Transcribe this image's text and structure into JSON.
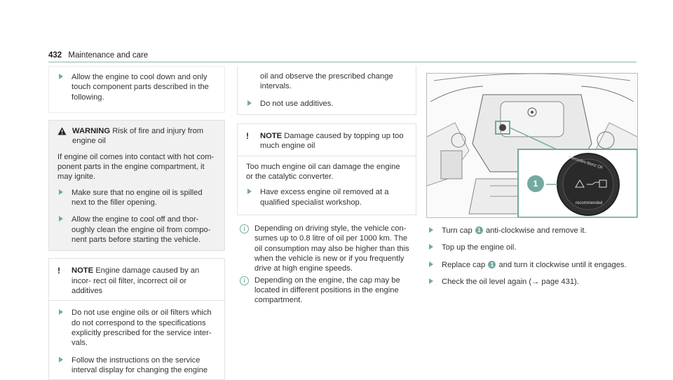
{
  "header": {
    "page_number": "432",
    "title": "Maintenance and care"
  },
  "col1": {
    "intro_bullet": "Allow the engine to cool down and only touch component parts described in the following.",
    "warning": {
      "label": "WARNING",
      "title": "Risk of fire and injury from engine oil",
      "body": "If engine oil comes into contact with hot com- ponent parts in the engine compartment, it may ignite.",
      "bullets": [
        "Make sure that no engine oil is spilled next to the filler opening.",
        "Allow the engine to cool off and thor- oughly clean the engine oil from compo- nent parts before starting the vehicle."
      ]
    },
    "note": {
      "label": "NOTE",
      "title": "Engine damage caused by an incor- rect oil filter, incorrect oil or additives",
      "bullets": [
        "Do not use engine oils or oil filters which do not correspond to the specifications explicitly prescribed for the service inter- vals.",
        "Follow the instructions on the service interval display for changing the engine"
      ]
    }
  },
  "col2": {
    "continued": "oil and observe the prescribed change intervals.",
    "bullet_additives": "Do not use additives.",
    "note": {
      "label": "NOTE",
      "title": "Damage caused by topping up too much engine oil",
      "body": "Too much engine oil can damage the engine or the catalytic converter.",
      "bullet": "Have excess engine oil removed at a qualified specialist workshop."
    },
    "infos": [
      "Depending on driving style, the vehicle con- sumes up to 0.8 litre of oil per 1000 km. The oil consumption may also be higher than this when the vehicle is new or if you frequently drive at high engine speeds.",
      "Depending on the engine, the cap may be located in different positions in the engine compartment."
    ]
  },
  "col3": {
    "figure": {
      "callout": "1",
      "cap_text_top": "Mercedes-Benz Oil",
      "cap_text_bottom": "recommended"
    },
    "steps": [
      {
        "pre": "Turn cap",
        "num": "1",
        "post": "anti-clockwise and remove it."
      },
      {
        "pre": "Top up the engine oil.",
        "num": "",
        "post": ""
      },
      {
        "pre": "Replace cap",
        "num": "1",
        "post": "and turn it clockwise until it engages."
      },
      {
        "pre": "Check the oil level again (→ page 431).",
        "num": "",
        "post": ""
      }
    ]
  }
}
